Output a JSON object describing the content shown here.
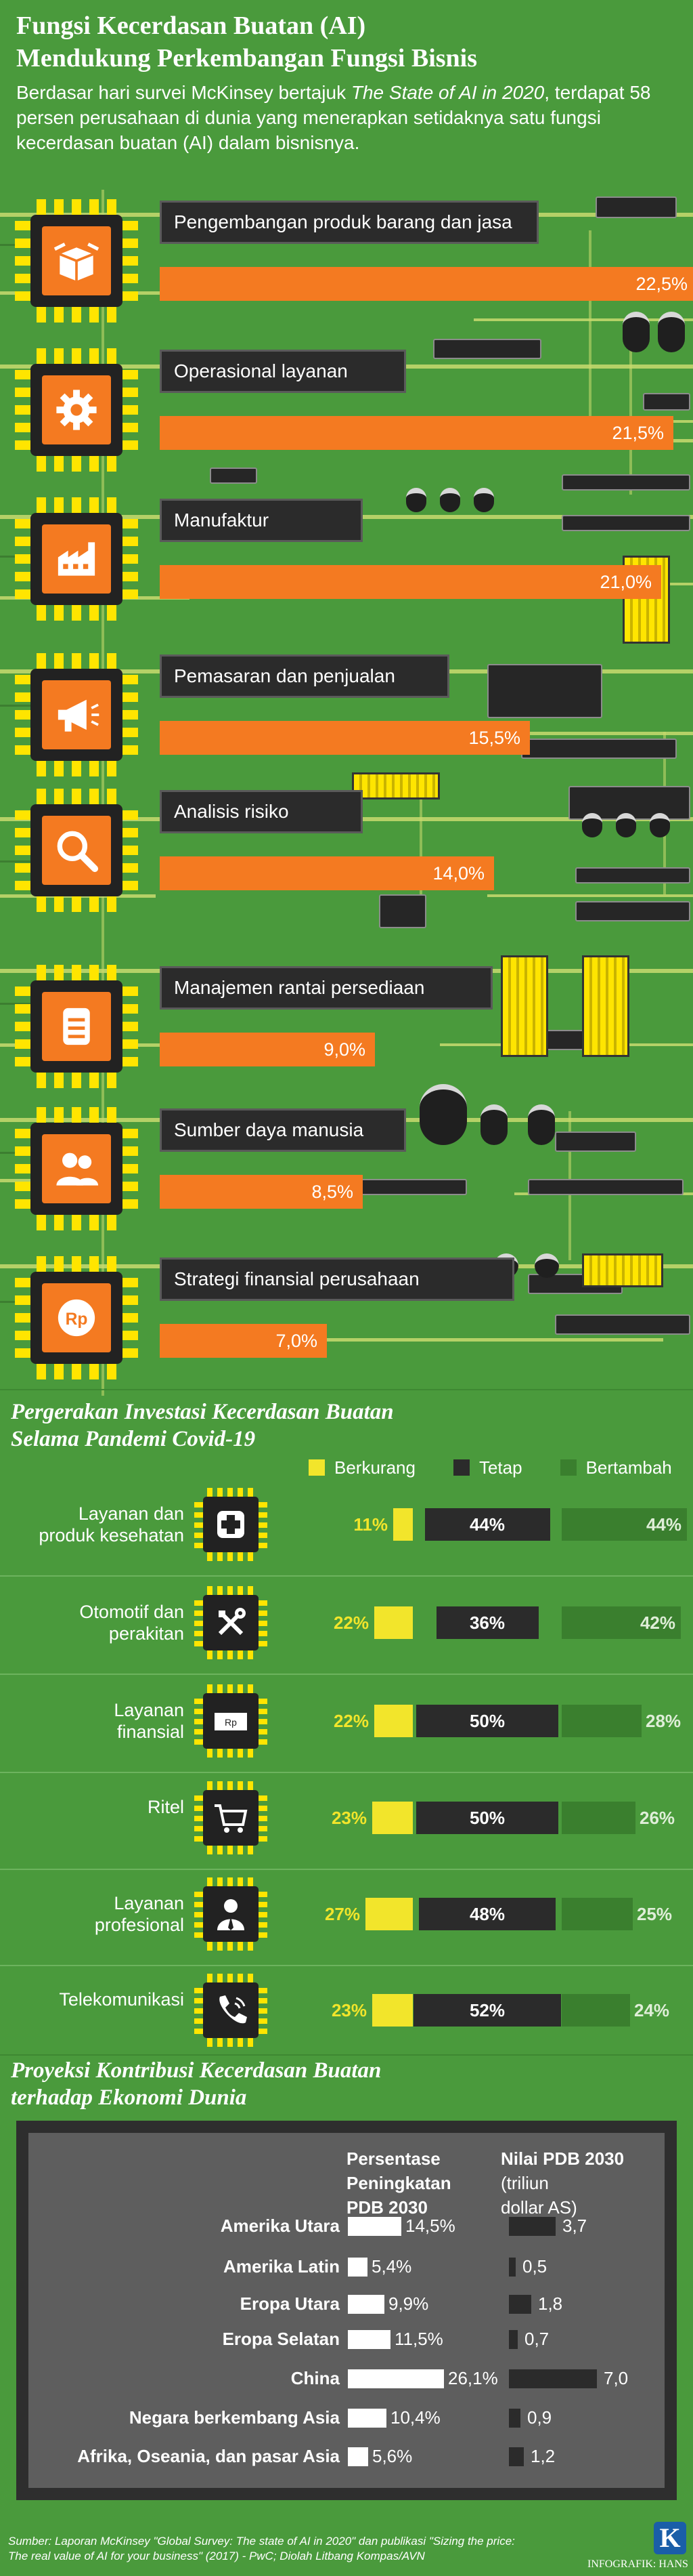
{
  "header": {
    "title_line1": "Fungsi Kecerdasan Buatan (AI)",
    "title_line2": "Mendukung Perkembangan Fungsi Bisnis",
    "intro_part1": "Berdasar hari survei McKinsey bertajuk ",
    "intro_italic": "The State of AI in 2020",
    "intro_part2": ", terdapat 58 persen perusahaan di dunia yang menerapkan setidaknya satu fungsi kecerdasan buatan (AI) dalam bisnisnya."
  },
  "chart_data": [
    {
      "type": "bar",
      "title": "",
      "categories": [
        "Pengembangan produk barang dan jasa",
        "Operasional layanan",
        "Manufaktur",
        "Pemasaran dan penjualan",
        "Analisis risiko",
        "Manajemen rantai persediaan",
        "Sumber daya manusia",
        "Strategi finansial perusahaan"
      ],
      "values": [
        22.5,
        21.5,
        21.0,
        15.5,
        14.0,
        9.0,
        8.5,
        7.0
      ],
      "value_labels": [
        "22,5%",
        "21,5%",
        "21,0%",
        "15,5%",
        "14,0%",
        "9,0%",
        "8,5%",
        "7,0%"
      ],
      "icons": [
        "box-icon",
        "gear-icon",
        "factory-icon",
        "megaphone-icon",
        "magnifier-icon",
        "warehouse-icon",
        "people-icon",
        "rupiah-coin-icon"
      ],
      "color": "#f47a21"
    },
    {
      "type": "bar",
      "title": "Pergerakan Investasi Kecerdasan Buatan Selama Pandemi Covid-19",
      "title_line1": "Pergerakan Investasi Kecerdasan Buatan",
      "title_line2": "Selama Pandemi Covid-19",
      "legend": [
        "Berkurang",
        "Tetap",
        "Bertambah"
      ],
      "colors": {
        "Berkurang": "#f2e52b",
        "Tetap": "#2b2b2b",
        "Bertambah": "#3a7f2e"
      },
      "categories": [
        {
          "line1": "Layanan dan",
          "line2": "produk kesehatan"
        },
        {
          "line1": "Otomotif dan",
          "line2": "perakitan"
        },
        {
          "line1": "Layanan",
          "line2": "finansial"
        },
        {
          "line1": "",
          "line2": "Ritel"
        },
        {
          "line1": "Layanan",
          "line2": "profesional"
        },
        {
          "line1": "",
          "line2": "Telekomunikasi"
        }
      ],
      "icons": [
        "medical-cross-icon",
        "tools-icon",
        "banknote-icon",
        "shopping-cart-icon",
        "professional-person-icon",
        "phone-icon"
      ],
      "series": [
        {
          "name": "Berkurang",
          "values": [
            11,
            22,
            22,
            23,
            27,
            23
          ],
          "labels": [
            "11%",
            "22%",
            "22%",
            "23%",
            "27%",
            "23%"
          ]
        },
        {
          "name": "Tetap",
          "values": [
            44,
            36,
            50,
            50,
            48,
            52
          ],
          "labels": [
            "44%",
            "36%",
            "50%",
            "50%",
            "48%",
            "52%"
          ]
        },
        {
          "name": "Bertambah",
          "values": [
            44,
            42,
            28,
            26,
            25,
            24
          ],
          "labels": [
            "44%",
            "42%",
            "28%",
            "26%",
            "25%",
            "24%"
          ]
        }
      ],
      "banknote_text": "Rp"
    },
    {
      "type": "bar",
      "title": "Proyeksi Kontribusi Kecerdasan Buatan terhadap Ekonomi Dunia",
      "title_line1": "Proyeksi Kontribusi Kecerdasan Buatan",
      "title_line2": "terhadap Ekonomi Dunia",
      "col1_header": [
        "Persentase",
        "Peningkatan",
        "PDB 2030"
      ],
      "col2_header": [
        "Nilai PDB 2030",
        "(triliun",
        "dollar AS)"
      ],
      "categories": [
        "Amerika Utara",
        "Amerika Latin",
        "Eropa Utara",
        "Eropa Selatan",
        "China",
        "Negara berkembang Asia",
        "Afrika, Oseania, dan pasar Asia"
      ],
      "series": [
        {
          "name": "Persentase Peningkatan PDB 2030",
          "values": [
            14.5,
            5.4,
            9.9,
            11.5,
            26.1,
            10.4,
            5.6
          ],
          "labels": [
            "14,5%",
            "5,4%",
            "9,9%",
            "11,5%",
            "26,1%",
            "10,4%",
            "5,6%"
          ],
          "color": "#ffffff"
        },
        {
          "name": "Nilai PDB 2030 (triliun dollar AS)",
          "values": [
            3.7,
            0.5,
            1.8,
            0.7,
            7.0,
            0.9,
            1.2
          ],
          "labels": [
            "3,7",
            "0,5",
            "1,8",
            "0,7",
            "7,0",
            "0,9",
            "1,2"
          ],
          "color": "#2b2b2b"
        }
      ]
    }
  ],
  "footer": {
    "source_line1": "Sumber: Laporan McKinsey \"Global Survey: The state of AI in 2020\" dan publikasi \"Sizing the price:",
    "source_line2": "The real value of AI for your business\" (2017) - PwC; Diolah Litbang Kompas/AVN",
    "credit": "INFOGRAFIK: HANS",
    "logo_letter": "K"
  },
  "icon_text": {
    "rupiah": "Rp"
  }
}
